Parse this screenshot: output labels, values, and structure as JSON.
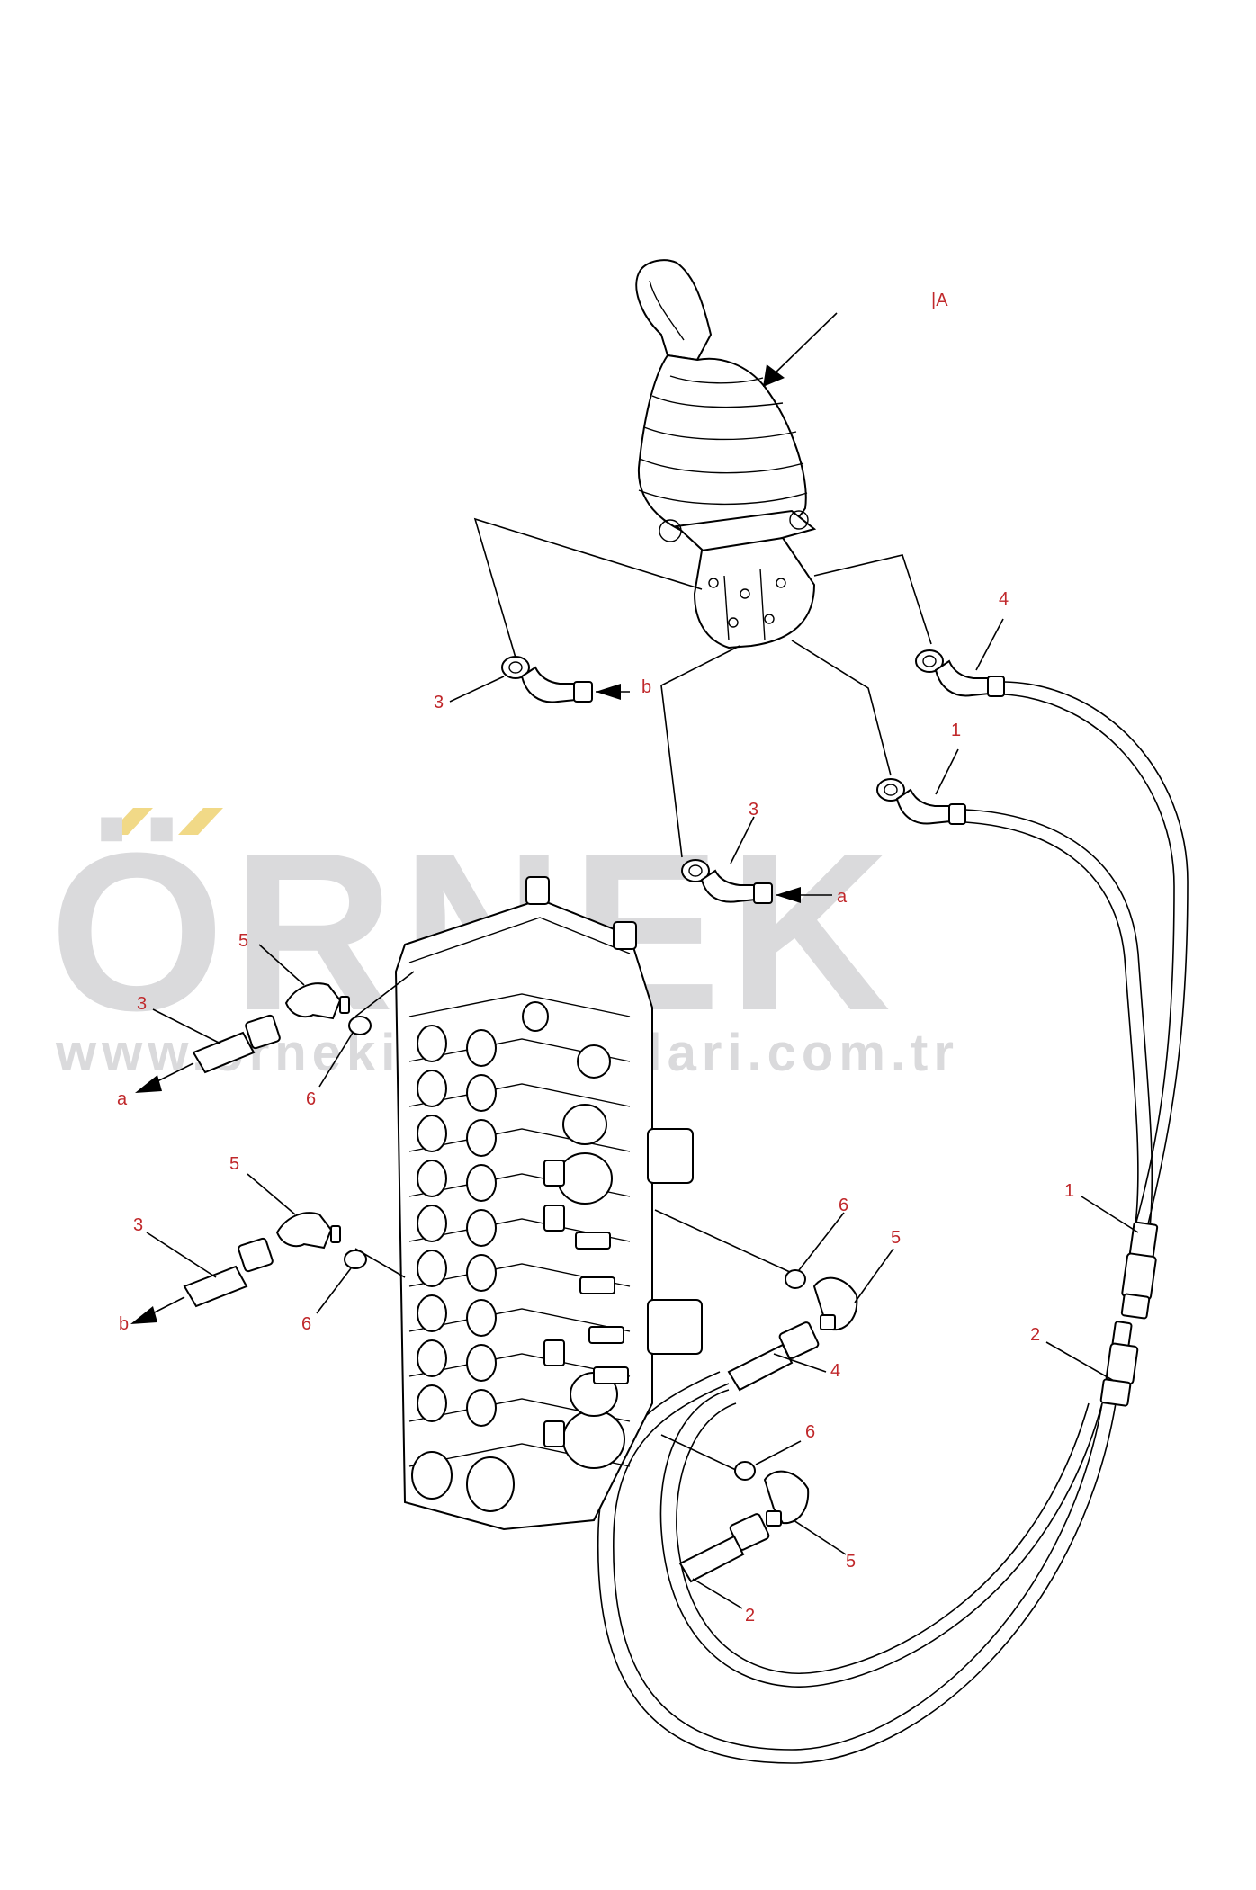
{
  "colors": {
    "label": "#c0282b",
    "line": "#000000",
    "watermark": "#dadadc",
    "watermark_accent": "#f1d987"
  },
  "watermark": {
    "brand": "ÖRNEK",
    "url": "www.ornekismakinalari.com.tr"
  },
  "view_label": "|A",
  "callouts": [
    {
      "id": "c-3-top",
      "text": "3"
    },
    {
      "id": "c-b-top",
      "text": "b"
    },
    {
      "id": "c-4-top",
      "text": "4"
    },
    {
      "id": "c-1-top",
      "text": "1"
    },
    {
      "id": "c-3-mid",
      "text": "3"
    },
    {
      "id": "c-a-mid",
      "text": "a"
    },
    {
      "id": "c-5-l1",
      "text": "5"
    },
    {
      "id": "c-3-l1",
      "text": "3"
    },
    {
      "id": "c-a-l1",
      "text": "a"
    },
    {
      "id": "c-6-l1",
      "text": "6"
    },
    {
      "id": "c-5-l2",
      "text": "5"
    },
    {
      "id": "c-3-l2",
      "text": "3"
    },
    {
      "id": "c-b-l2",
      "text": "b"
    },
    {
      "id": "c-6-l2",
      "text": "6"
    },
    {
      "id": "c-6-r1",
      "text": "6"
    },
    {
      "id": "c-5-r1",
      "text": "5"
    },
    {
      "id": "c-4-r1",
      "text": "4"
    },
    {
      "id": "c-1-r",
      "text": "1"
    },
    {
      "id": "c-2-r",
      "text": "2"
    },
    {
      "id": "c-6-r2",
      "text": "6"
    },
    {
      "id": "c-5-r2",
      "text": "5"
    },
    {
      "id": "c-2-r2",
      "text": "2"
    }
  ]
}
